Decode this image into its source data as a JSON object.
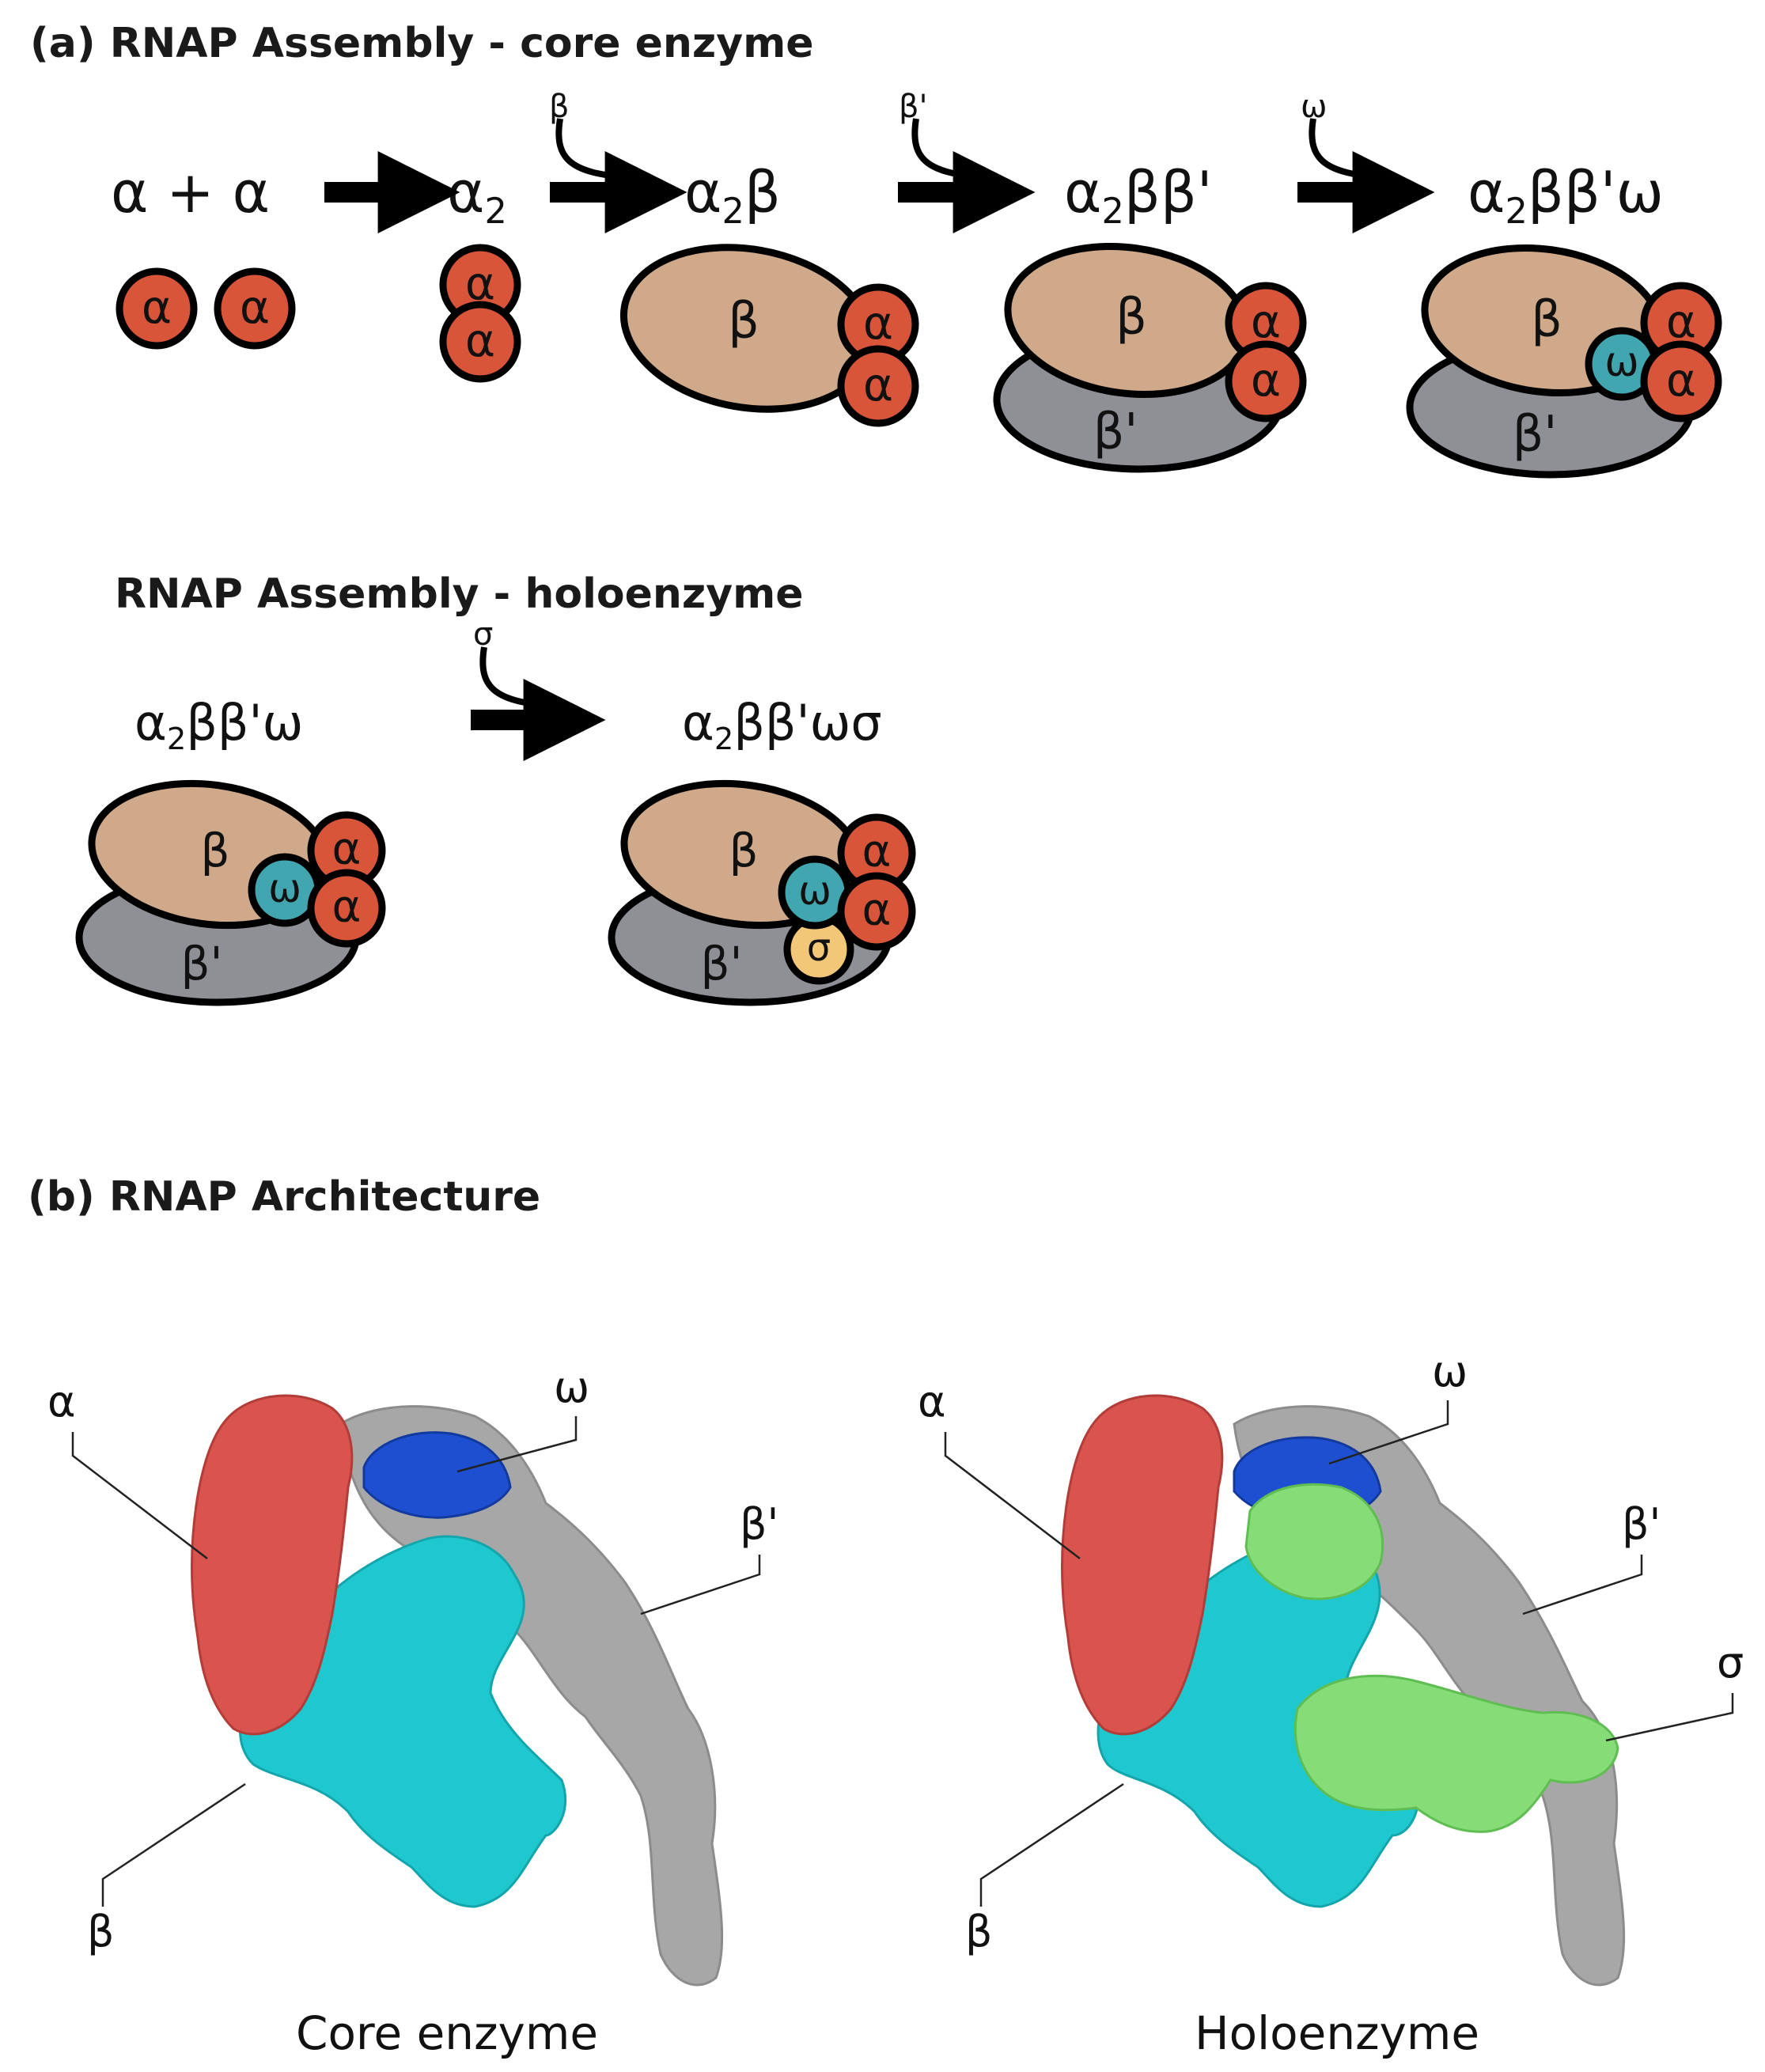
{
  "panel_a": {
    "title": "(a) RNAP Assembly - core enzyme",
    "steps": [
      {
        "base": "α + α",
        "sub": "",
        "rest": ""
      },
      {
        "base": "α",
        "sub": "2",
        "rest": ""
      },
      {
        "base": "α",
        "sub": "2",
        "rest": "β"
      },
      {
        "base": "α",
        "sub": "2",
        "rest": "ββ'"
      },
      {
        "base": "α",
        "sub": "2",
        "rest": "ββ'ω"
      }
    ],
    "added_subunits": [
      "β",
      "β'",
      "ω"
    ]
  },
  "panel_holo": {
    "title": "RNAP Assembly - holoenzyme",
    "steps": [
      {
        "base": "α",
        "sub": "2",
        "rest": "ββ'ω"
      },
      {
        "base": "α",
        "sub": "2",
        "rest": "ββ'ωσ"
      }
    ],
    "added_subunit": "σ"
  },
  "panel_b": {
    "title": "(b) RNAP Architecture",
    "core": {
      "caption": "Core enzyme",
      "labels": {
        "alpha": "α",
        "omega": "ω",
        "beta_prime": "β'",
        "beta": "β"
      }
    },
    "holo": {
      "caption": "Holoenzyme",
      "labels": {
        "alpha": "α",
        "omega": "ω",
        "beta_prime": "β'",
        "sigma": "σ",
        "beta": "β"
      }
    }
  },
  "subunit_glyphs": {
    "alpha": "α",
    "beta": "β",
    "beta_prime": "β'",
    "omega": "ω",
    "sigma": "σ"
  },
  "colors": {
    "alpha": "#d8553a",
    "beta": "#cfa98a",
    "beta_prime": "#8e9096",
    "omega": "#41a6b0",
    "sigma": "#f2c777",
    "surface_alpha": "#d9534f",
    "surface_beta": "#1fc8cf",
    "surface_beta_prime": "#a7a7a7",
    "surface_omega": "#1d4fd0",
    "surface_sigma": "#86dd78"
  }
}
